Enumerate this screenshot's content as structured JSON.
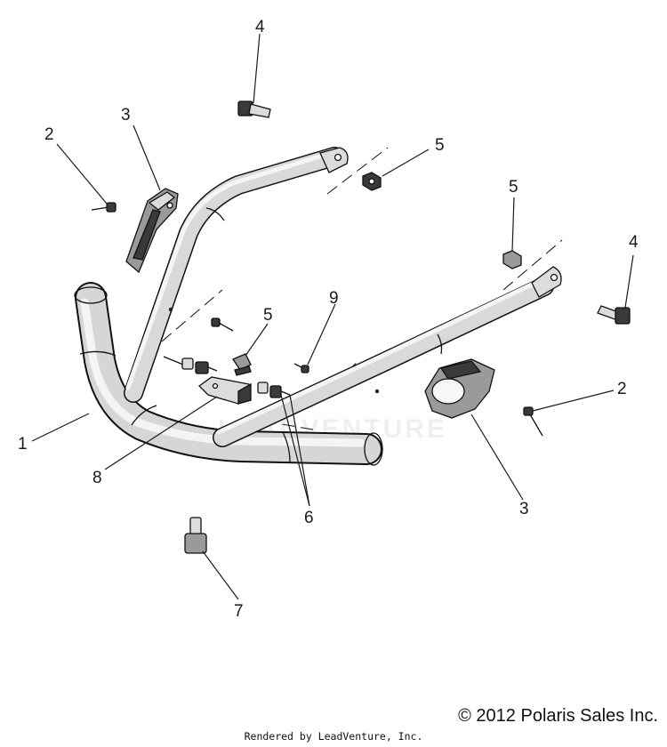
{
  "callouts": {
    "c1": "1",
    "c2a": "2",
    "c2b": "2",
    "c3a": "3",
    "c3b": "3",
    "c4a": "4",
    "c4b": "4",
    "c5a": "5",
    "c5b": "5",
    "c5c": "5",
    "c6": "6",
    "c7": "7",
    "c8": "8",
    "c9": "9"
  },
  "watermark": "LEADVENTURE",
  "footer": {
    "copyright": "© 2012 Polaris Sales Inc.",
    "rendered_by": "Rendered by LeadVenture, Inc."
  }
}
